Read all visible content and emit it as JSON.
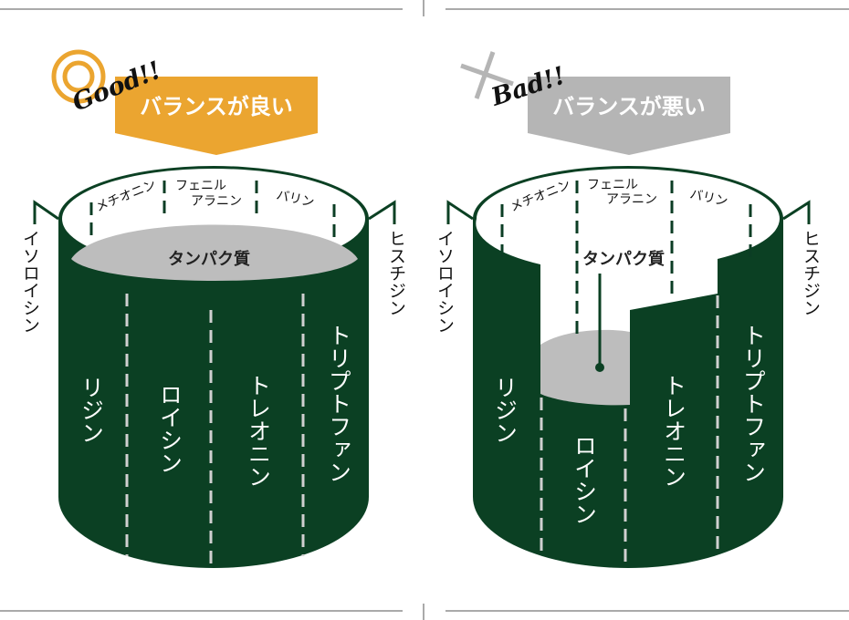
{
  "good": {
    "badge": "Good!!",
    "title": "バランスが良い",
    "left_label": "イソロイシン",
    "right_label": "ヒスチジン",
    "rim": [
      "メチオニン",
      "フェニル",
      "アラニン",
      "バリン"
    ],
    "center": "タンパク質",
    "staves": [
      "リジン",
      "ロイシン",
      "トレオニン",
      "トリプトファン"
    ]
  },
  "bad": {
    "badge": "Bad!!",
    "title": "バランスが悪い",
    "left_label": "イソロイシン",
    "right_label": "ヒスチジン",
    "rim": [
      "メチオニン",
      "フェニル",
      "アラニン",
      "バリン"
    ],
    "center": "タンパク質",
    "staves": [
      "リジン",
      "ロイシン",
      "トレオニン",
      "トリプトファン"
    ]
  },
  "colors": {
    "barrel": "#0b4023",
    "good_accent": "#eba530",
    "bad_accent": "#b5b5b5",
    "liquid": "#bdbdbd"
  },
  "icons": {
    "good": "double-circle-icon",
    "bad": "cross-icon"
  }
}
